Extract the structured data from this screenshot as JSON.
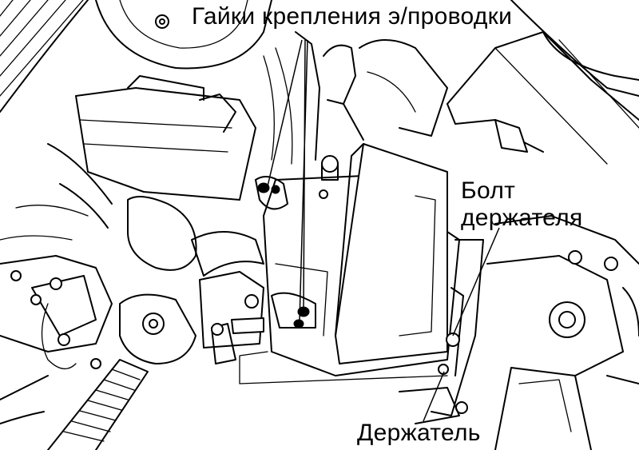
{
  "labels": {
    "nuts": "Гайки  крепления э/проводки",
    "bolt_line1": "Болт",
    "bolt_line2": "держателя",
    "holder": "Держатель"
  }
}
